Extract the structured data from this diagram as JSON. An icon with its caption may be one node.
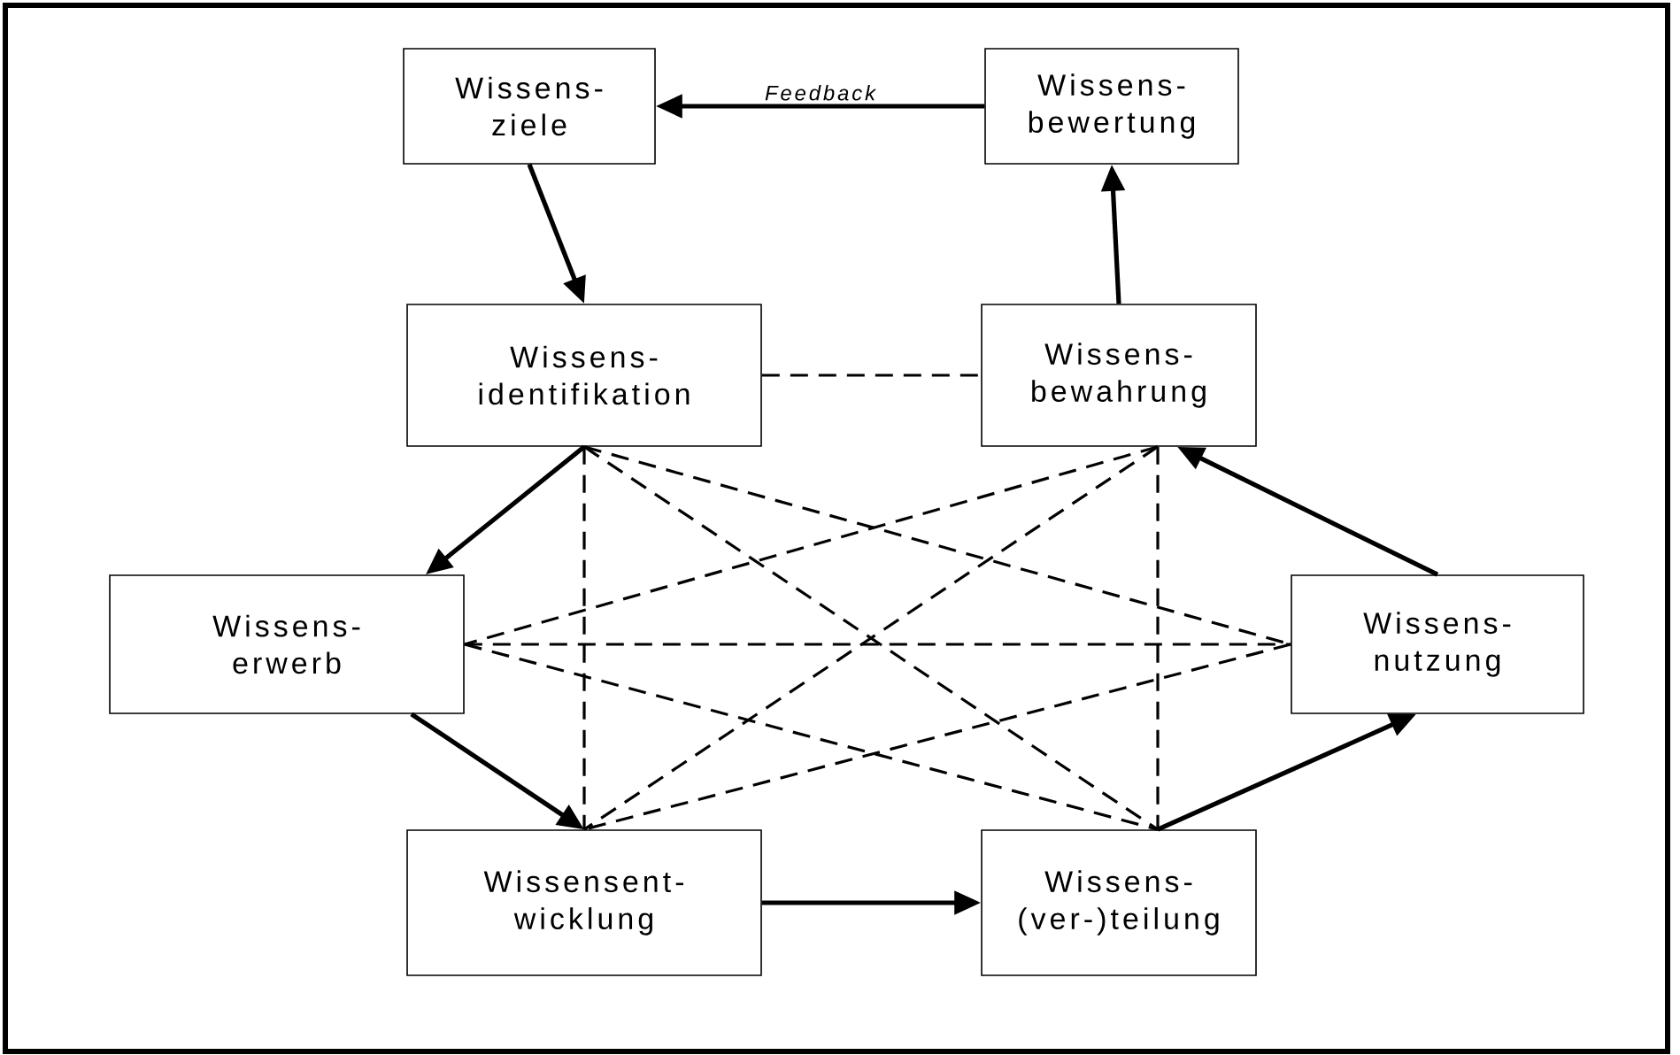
{
  "diagram": {
    "nodes": [
      {
        "text": [
          "Wissens- ziele"
        ]
      },
      {
        "text": [
          "Wissens- bewertung"
        ]
      },
      {
        "text": [
          "Wissens- identifikation"
        ]
      },
      {
        "text": [
          "Wissens- bewahrung"
        ]
      },
      {
        "text": [
          "Wissens- erwerb"
        ]
      },
      {
        "text": [
          "Wissens- nutzung"
        ]
      },
      {
        "text": [
          "Wissensent- wicklung"
        ]
      },
      {
        "text": [
          "Wissens- (ver-)teilung"
        ]
      }
    ],
    "edges": [
      {
        "from": 1,
        "to": 0,
        "arrow": "to",
        "label": "Feedback"
      },
      {
        "from": 0,
        "to": 2,
        "arrow": "to"
      },
      {
        "from": 2,
        "to": 4,
        "arrow": "to"
      },
      {
        "from": 4,
        "to": 6,
        "arrow": "to"
      },
      {
        "from": 6,
        "to": 7,
        "arrow": "to"
      },
      {
        "from": 7,
        "to": 5,
        "arrow": "to"
      },
      {
        "from": 5,
        "to": 3,
        "arrow": "to"
      },
      {
        "from": 3,
        "to": 1,
        "arrow": "to"
      },
      {
        "from": 2,
        "to": 3,
        "arrow": "none",
        "style": "dashed"
      },
      {
        "from": 2,
        "to": 6,
        "arrow": "none",
        "style": "dashed"
      },
      {
        "from": 2,
        "to": 7,
        "arrow": "none",
        "style": "dashed"
      },
      {
        "from": 2,
        "to": 5,
        "arrow": "none",
        "style": "dashed"
      },
      {
        "from": 3,
        "to": 4,
        "arrow": "none",
        "style": "dashed"
      },
      {
        "from": 3,
        "to": 6,
        "arrow": "none",
        "style": "dashed"
      },
      {
        "from": 3,
        "to": 7,
        "arrow": "none",
        "style": "dashed"
      },
      {
        "from": 4,
        "to": 5,
        "arrow": "none",
        "style": "dashed"
      },
      {
        "from": 4,
        "to": 7,
        "arrow": "none",
        "style": "dashed"
      },
      {
        "from": 5,
        "to": 6,
        "arrow": "none",
        "style": "dashed"
      }
    ]
  }
}
